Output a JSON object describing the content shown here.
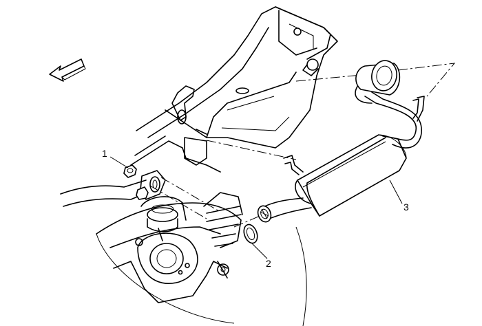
{
  "callouts": [
    {
      "id": "1",
      "text": "1"
    },
    {
      "id": "2",
      "text": "2"
    },
    {
      "id": "3",
      "text": "3"
    }
  ],
  "icons": {
    "front_arrow": "direction-arrow-icon"
  },
  "colors": {
    "line": "#000000",
    "background": "#ffffff"
  }
}
